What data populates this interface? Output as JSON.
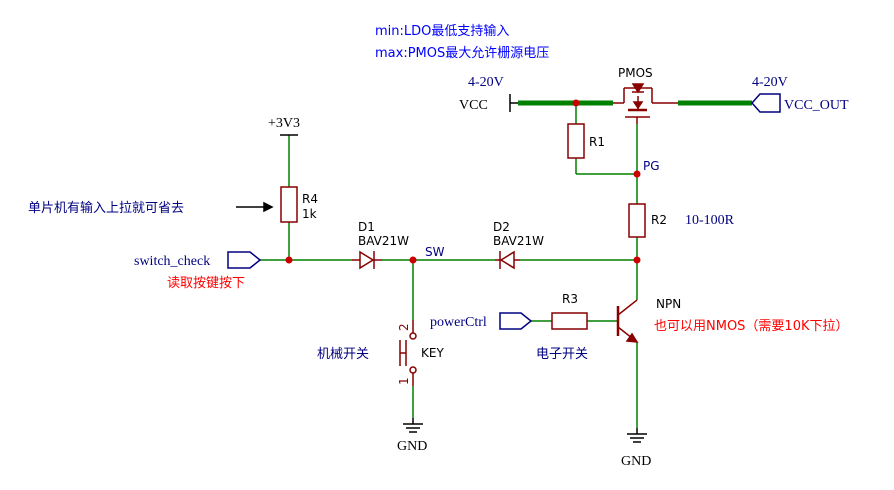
{
  "notes": {
    "line1": "min:LDO最低支持输入",
    "line2": "max:PMOS最大允许栅源电压"
  },
  "power": {
    "vcc_in_voltage": "4-20V",
    "vcc_in_label": "VCC",
    "vcc_out_voltage": "4-20V",
    "vcc_out_label": "VCC_OUT",
    "rail_3v3": "+3V3",
    "gnd_left": "GND",
    "gnd_right": "GND"
  },
  "components": {
    "pmos": "PMOS",
    "r1": "R1",
    "pg": "PG",
    "r2": "R2",
    "r2_value": "10-100R",
    "r4": "R4",
    "r4_value": "1k",
    "d1": "D1",
    "d1_part": "BAV21W",
    "d2": "D2",
    "d2_part": "BAV21W",
    "sw_net": "SW",
    "r3": "R3",
    "npn": "NPN",
    "key": "KEY",
    "key_pin2": "2",
    "key_pin1": "1"
  },
  "ports": {
    "switch_check": "switch_check",
    "power_ctrl": "powerCtrl"
  },
  "annotations": {
    "mcu_pullup": "单片机有输入上拉就可省去",
    "read_key": "读取按键按下",
    "mech_switch": "机械开关",
    "elec_switch": "电子开关",
    "nmos_alt": "也可以用NMOS（需要10K下拉）"
  },
  "colors": {
    "wire": "#008000",
    "component": "#880000",
    "label_blue": "#000080",
    "net_blue": "#0000ff",
    "annotation_red": "#ff0000",
    "junction": "#cc0000",
    "ground": "#000000"
  }
}
